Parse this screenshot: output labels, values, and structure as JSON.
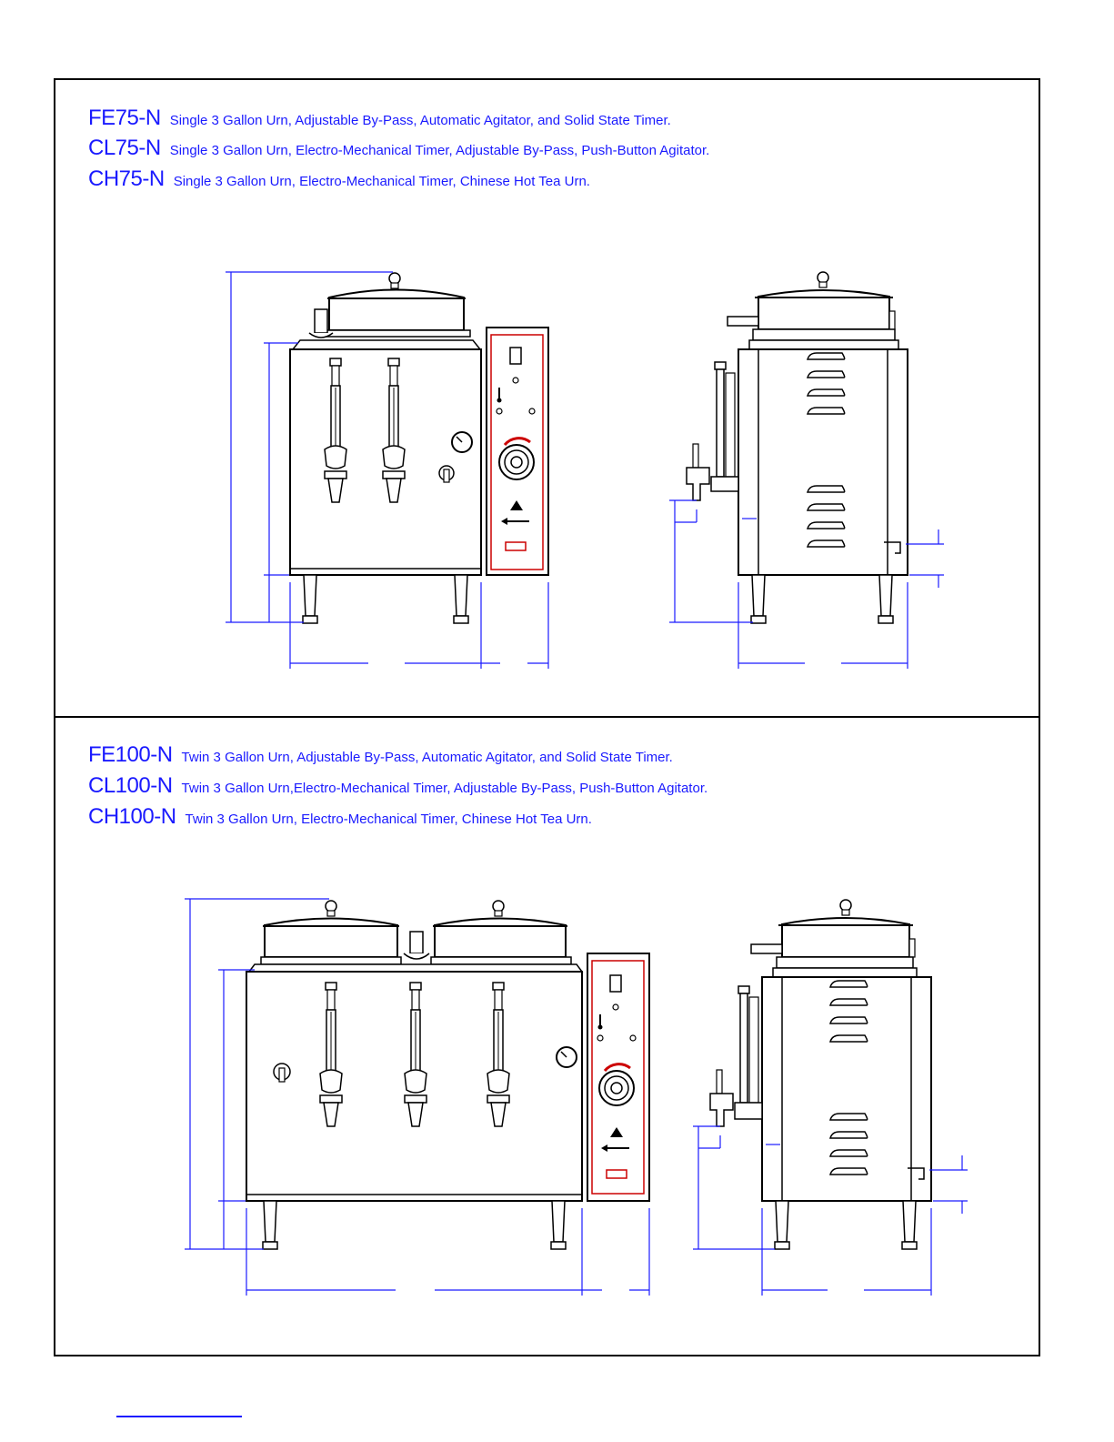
{
  "section_top": {
    "models": [
      {
        "code": "FE75-N",
        "desc": "Single 3 Gallon Urn, Adjustable By-Pass, Automatic Agitator, and Solid State Timer."
      },
      {
        "code": "CL75-N",
        "desc": "Single 3 Gallon Urn, Electro-Mechanical Timer, Adjustable By-Pass, Push-Button Agitator."
      },
      {
        "code": "CH75-N",
        "desc": "Single 3 Gallon Urn, Electro-Mechanical Timer, Chinese Hot Tea Urn."
      }
    ]
  },
  "section_bottom": {
    "models": [
      {
        "code": "FE100-N",
        "desc": "Twin 3 Gallon Urn, Adjustable By-Pass, Automatic Agitator, and Solid State Timer."
      },
      {
        "code": "CL100-N",
        "desc": "Twin 3 Gallon Urn,Electro-Mechanical Timer,  Adjustable By-Pass, Push-Button Agitator."
      },
      {
        "code": "CH100-N",
        "desc": "Twin 3 Gallon Urn, Electro-Mechanical Timer, Chinese Hot Tea Urn."
      }
    ]
  },
  "colors": {
    "text_blue": "#1a1aff",
    "dimension_blue": "#1a1aff",
    "accent_red": "#cc0000",
    "line": "#000000"
  },
  "icons": [
    "thermometer-icon",
    "arrow-up-icon",
    "arrow-left-icon",
    "brand-logo"
  ]
}
